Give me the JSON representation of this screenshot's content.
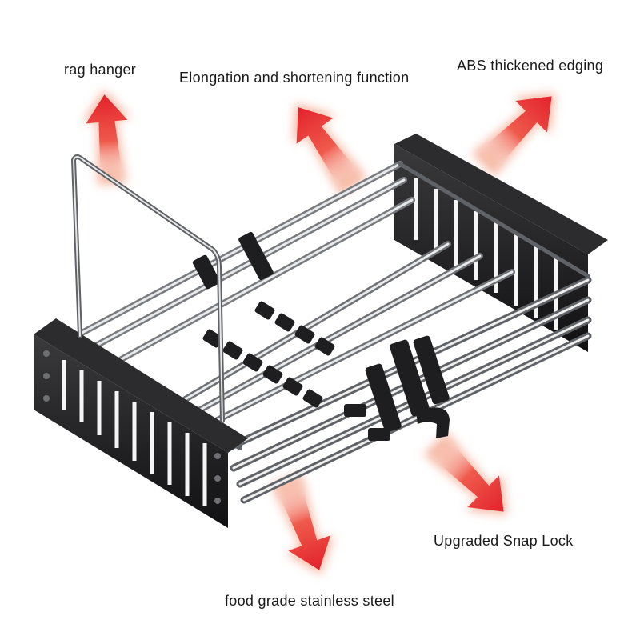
{
  "callouts": {
    "rag_hanger": "rag hanger",
    "elongation": "Elongation and shortening function",
    "abs_edging": "ABS thickened edging",
    "snap_lock": "Upgraded Snap Lock",
    "stainless": "food grade stainless steel"
  },
  "colors": {
    "arrow_core": "#e3212b",
    "arrow_glow": "#f4a58a",
    "frame": "#1d1d1f",
    "steel": "#b9bcc0"
  },
  "icons": {
    "arrow": "up-arrow-gradient",
    "hook": "rag-hanger-wire"
  }
}
